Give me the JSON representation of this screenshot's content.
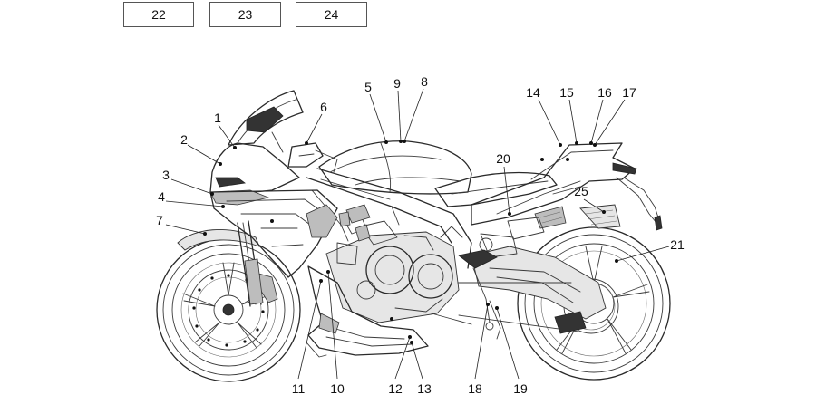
{
  "boxes": [
    {
      "label": "22"
    },
    {
      "label": "23"
    },
    {
      "label": "24"
    }
  ],
  "callouts": [
    {
      "label": "1"
    },
    {
      "label": "2"
    },
    {
      "label": "3"
    },
    {
      "label": "4"
    },
    {
      "label": "5"
    },
    {
      "label": "6"
    },
    {
      "label": "7"
    },
    {
      "label": "8"
    },
    {
      "label": "9"
    },
    {
      "label": "10"
    },
    {
      "label": "11"
    },
    {
      "label": "12"
    },
    {
      "label": "13"
    },
    {
      "label": "14"
    },
    {
      "label": "15"
    },
    {
      "label": "16"
    },
    {
      "label": "17"
    },
    {
      "label": "18"
    },
    {
      "label": "19"
    },
    {
      "label": "20"
    },
    {
      "label": "21"
    },
    {
      "label": "25"
    }
  ]
}
